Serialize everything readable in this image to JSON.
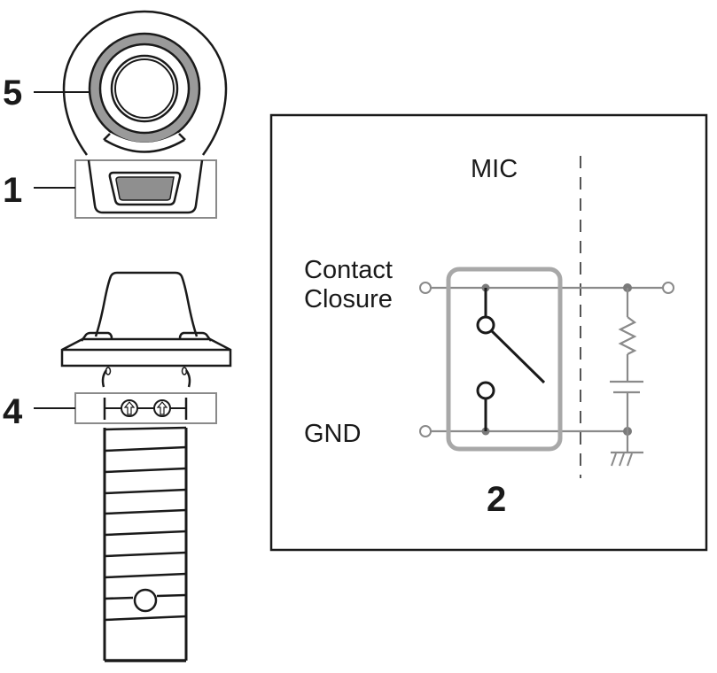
{
  "callouts": {
    "item1": "1",
    "item2": "2",
    "item4": "4",
    "item5": "5"
  },
  "schematic": {
    "mic_label": "MIC",
    "contact_closure_line1": "Contact",
    "contact_closure_line2": "Closure",
    "gnd_label": "GND"
  },
  "colors": {
    "outline": "#1a1a1a",
    "highlight_gray": "#9a9a9a",
    "wire_gray": "#8a8a8a",
    "node_gray": "#7a7a7a"
  },
  "icons": {
    "screw_1": "arrow-up-circle-icon",
    "screw_2": "arrow-up-circle-icon",
    "switch": "spst-switch-icon",
    "resistor": "resistor-icon",
    "capacitor": "capacitor-icon",
    "ground": "ground-icon"
  }
}
